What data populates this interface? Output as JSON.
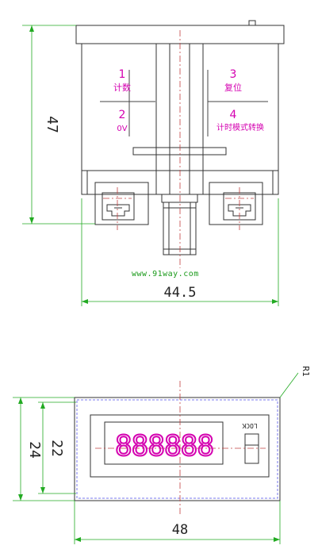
{
  "front_view": {
    "terminals": {
      "t1": {
        "num": "1",
        "label": "计数"
      },
      "t2": {
        "num": "2",
        "label": "0V"
      },
      "t3": {
        "num": "3",
        "label": "复位"
      },
      "t4": {
        "num": "4",
        "label": "计时模式转换"
      }
    },
    "dim_height": "47",
    "dim_width": "44.5"
  },
  "watermark": "www.91way.com",
  "bottom_view": {
    "radius_label": "R1",
    "display_digits": "888888",
    "lock_label": "LOCK",
    "dim_outer_height": "24",
    "dim_inner_height": "22",
    "dim_width": "48"
  },
  "colors": {
    "outline": "#333333",
    "dimension": "#22aa22",
    "label": "#d400b0",
    "centerline": "#c04040",
    "hidden": "#7777ee"
  }
}
